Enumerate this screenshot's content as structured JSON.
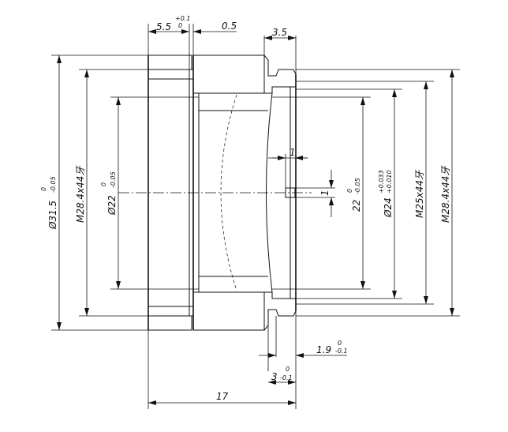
{
  "dimensions": {
    "top_left": {
      "value": "5.5",
      "tol_upper": "+0.1",
      "tol_lower": "0"
    },
    "top_gap": {
      "value": "0.5"
    },
    "top_right": {
      "value": "3.5"
    },
    "outer_dia": {
      "value": "Ø31.5",
      "tol_upper": "0",
      "tol_lower": "-0.05"
    },
    "left_thread": {
      "value": "M28.4x44牙"
    },
    "left_bore": {
      "value": "Ø22",
      "tol_upper": "0",
      "tol_lower": "-0.05"
    },
    "slot_width": {
      "value": "1"
    },
    "slot_depth": {
      "value": "1"
    },
    "right_bore": {
      "value": "22",
      "tol_upper": "0",
      "tol_lower": "-0.05"
    },
    "seat_dia": {
      "value": "Ø24",
      "tol_upper": "+0.033",
      "tol_lower": "+0.010"
    },
    "right_thread_small": {
      "value": "M25x44牙"
    },
    "right_thread_large": {
      "value": "M28.4x44牙"
    },
    "step_1": {
      "value": "1.9",
      "tol_upper": "0",
      "tol_lower": "-0.1"
    },
    "step_2": {
      "value": "3",
      "tol_upper": "0",
      "tol_lower": "-0.1"
    },
    "total_length": {
      "value": "17"
    }
  }
}
